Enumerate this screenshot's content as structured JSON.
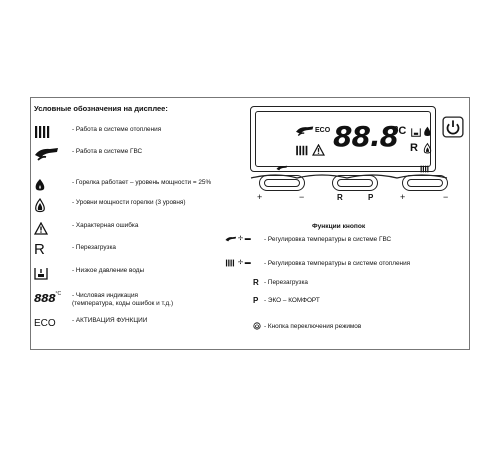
{
  "legend": {
    "title": "Условные обозначения на дисплее:",
    "items": [
      {
        "icon": "radiator-icon",
        "text": "- Работа в системе отопления"
      },
      {
        "icon": "faucet-icon",
        "text": "- Работа в системе ГВС"
      },
      {
        "icon": "flame-small-icon",
        "text": "- Горелка работает – уровень мощности = 25%"
      },
      {
        "icon": "flame-levels-icon",
        "text": "- Уровни мощности горелки (3 уровня)"
      },
      {
        "icon": "warning-icon",
        "text": "- Характерная ошибка"
      },
      {
        "icon": "reset-icon",
        "glyph": "R",
        "text": "- Перезагрузка"
      },
      {
        "icon": "low-pressure-icon",
        "text": "- Низкое давление воды"
      },
      {
        "icon": "digital-display-icon",
        "glyph": "888",
        "glyph_sup": "°C",
        "text": "- Числовая индикация",
        "text2": "(температура, коды ошибок и т.д.)"
      },
      {
        "icon": "eco-icon",
        "glyph": "ECO",
        "text": "- АКТИВАЦИЯ ФУНКЦИИ"
      }
    ]
  },
  "display": {
    "digits": "88.8",
    "deg": "°C",
    "eco": "ECO",
    "r_label": "R",
    "btn_r": "R",
    "btn_p": "P",
    "plus": "+",
    "minus": "−"
  },
  "functions": {
    "title": "Функции кнопок",
    "items": [
      {
        "icon": "faucet-icon",
        "text": "- Регулировка температуры в системе ГВС",
        "pm": "✢ ▬"
      },
      {
        "icon": "radiator-icon",
        "text": "- Регулировка температуры в системе отопления",
        "pm": "✢ ▬"
      },
      {
        "glyph": "R",
        "text": "- Перезагрузка"
      },
      {
        "glyph": "P",
        "text": "- ЭКО – КОМФОРТ"
      },
      {
        "icon": "mode-icon",
        "text": "- Кнопка переключения режимов"
      }
    ]
  }
}
